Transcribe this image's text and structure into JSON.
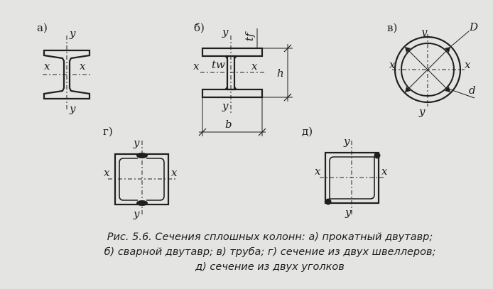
{
  "subfigure_labels": {
    "a": "а)",
    "b": "б)",
    "v": "в)",
    "g": "г)",
    "d": "д)"
  },
  "axes": {
    "x": "x",
    "y": "y"
  },
  "dimensions": {
    "tf": "tf",
    "tw": "tw",
    "h": "h",
    "b": "b",
    "D": "D",
    "d": "d"
  },
  "caption": {
    "line1": "Рис. 5.6. Сечения сплошных колонн: а) прокатный двутавр;",
    "line2": "б) сварной двутавр; в) труба; г) сечение из двух швеллеров;",
    "line3": "д) сечение из двух уголков"
  }
}
